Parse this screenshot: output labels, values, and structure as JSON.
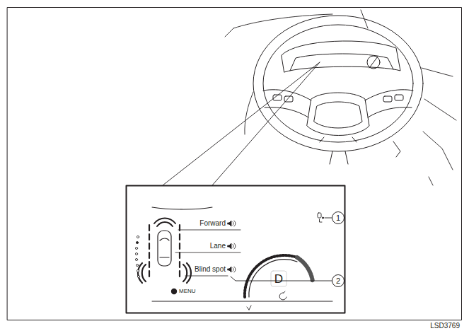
{
  "diagram": {
    "nodes": [
      {
        "text": [
          "1"
        ]
      },
      {
        "text": [
          "2"
        ]
      }
    ],
    "labels": [
      "Forward",
      "Lane",
      "Blind spot",
      "D",
      "MENU",
      "LSD3769"
    ]
  }
}
